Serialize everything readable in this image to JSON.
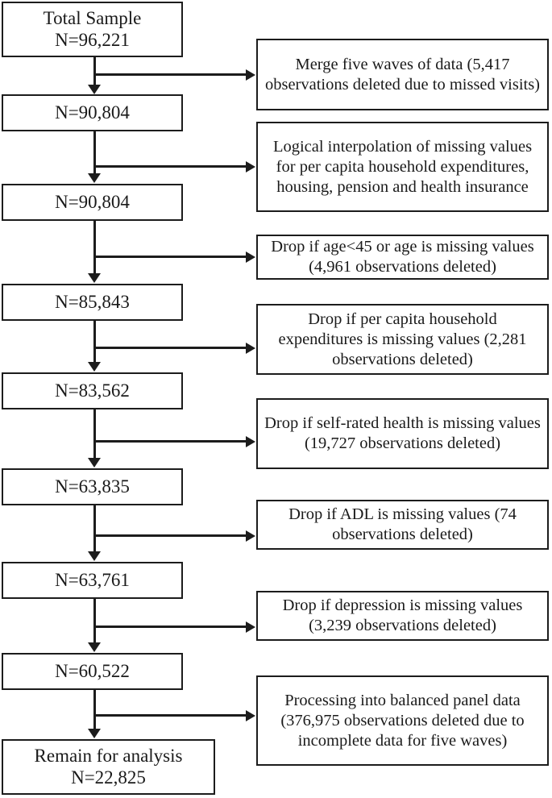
{
  "chart_data": {
    "type": "diagram",
    "title": "Sample selection flow diagram",
    "diagram_kind": "participant-flow / CONSORT-style exclusion flowchart",
    "main_flow": [
      {
        "id": "n0",
        "label_lines": [
          "Total Sample",
          "N=96,221"
        ],
        "n": 96221
      },
      {
        "id": "n1",
        "label_lines": [
          "N=90,804"
        ],
        "n": 90804
      },
      {
        "id": "n2",
        "label_lines": [
          "N=90,804"
        ],
        "n": 90804
      },
      {
        "id": "n3",
        "label_lines": [
          "N=85,843"
        ],
        "n": 85843
      },
      {
        "id": "n4",
        "label_lines": [
          "N=83,562"
        ],
        "n": 83562
      },
      {
        "id": "n5",
        "label_lines": [
          "N=63,835"
        ],
        "n": 63835
      },
      {
        "id": "n6",
        "label_lines": [
          "N=63,761"
        ],
        "n": 63761
      },
      {
        "id": "n7",
        "label_lines": [
          "N=60,522"
        ],
        "n": 60522
      },
      {
        "id": "n8",
        "label_lines": [
          "Remain for analysis",
          "N=22,825"
        ],
        "n": 22825
      }
    ],
    "exclusions": [
      {
        "id": "e0",
        "text": "Merge five waves of data (5,417 observations deleted due to missed visits)",
        "deleted": 5417
      },
      {
        "id": "e1",
        "text": "Logical interpolation of missing values for per capita household expenditures, housing, pension and health insurance",
        "deleted": 0
      },
      {
        "id": "e2",
        "text": "Drop if age<45 or age is missing values (4,961 observations deleted)",
        "deleted": 4961
      },
      {
        "id": "e3",
        "text": "Drop if per capita household expenditures is missing values (2,281 observations deleted)",
        "deleted": 2281
      },
      {
        "id": "e4",
        "text": "Drop if self-rated health is missing values (19,727 observations deleted)",
        "deleted": 19727
      },
      {
        "id": "e5",
        "text": "Drop if ADL is missing values (74 observations deleted)",
        "deleted": 74
      },
      {
        "id": "e6",
        "text": "Drop if depression is missing values (3,239 observations deleted)",
        "deleted": 3239
      },
      {
        "id": "e7",
        "text": "Processing into balanced panel data (376,975 observations deleted due to incomplete data for five waves)",
        "deleted": 376975
      }
    ],
    "colors": {
      "stroke": "#1c1c1c",
      "fill": "#ffffff",
      "text": "#1a1a1a"
    }
  },
  "nodes": {
    "n0": {
      "line1": "Total Sample",
      "line2": "N=96,221"
    },
    "n1": {
      "line1": "N=90,804"
    },
    "n2": {
      "line1": "N=90,804"
    },
    "n3": {
      "line1": "N=85,843"
    },
    "n4": {
      "line1": "N=83,562"
    },
    "n5": {
      "line1": "N=63,835"
    },
    "n6": {
      "line1": "N=63,761"
    },
    "n7": {
      "line1": "N=60,522"
    },
    "n8": {
      "line1": "Remain for analysis",
      "line2": "N=22,825"
    }
  },
  "exclusions": {
    "e0": {
      "text": "Merge five waves of data (5,417 observations deleted due to missed visits)"
    },
    "e1": {
      "text": "Logical interpolation of missing values for per capita household expenditures, housing, pension and health insurance"
    },
    "e2": {
      "text": "Drop if age<45 or age is missing values (4,961 observations deleted)"
    },
    "e3": {
      "text": "Drop if per capita household expenditures is missing values (2,281 observations deleted)"
    },
    "e4": {
      "text": "Drop if self-rated health is missing values (19,727 observations deleted)"
    },
    "e5": {
      "text": "Drop if ADL is missing values (74 observations deleted)"
    },
    "e6": {
      "text": "Drop if depression is missing values (3,239 observations deleted)"
    },
    "e7": {
      "text": "Processing into balanced panel data (376,975 observations deleted due to incomplete data for five waves)"
    }
  }
}
